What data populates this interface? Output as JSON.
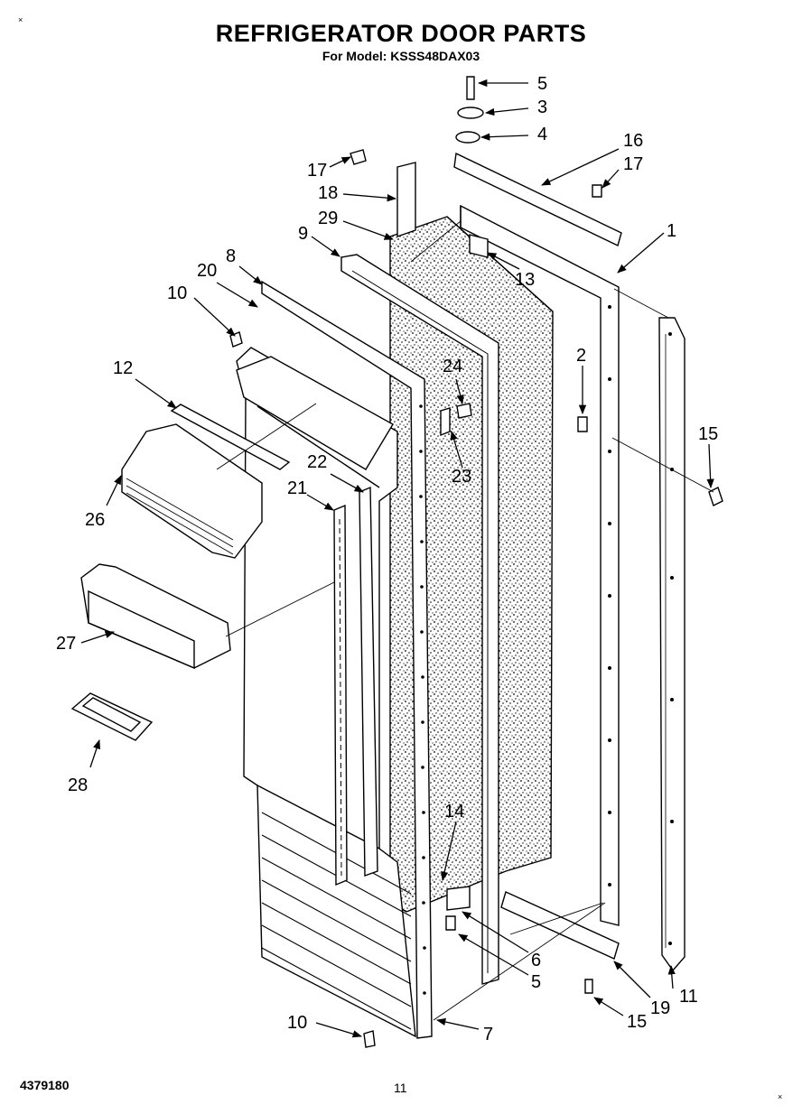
{
  "header": {
    "title": "REFRIGERATOR DOOR PARTS",
    "subtitle": "For Model: KSSS48DAX03"
  },
  "labels": {
    "p1": "1",
    "p2": "2",
    "p3": "3",
    "p4": "4",
    "p5a": "5",
    "p5b": "5",
    "p6": "6",
    "p7": "7",
    "p8": "8",
    "p9": "9",
    "p10a": "10",
    "p10b": "10",
    "p11": "11",
    "p12": "12",
    "p13": "13",
    "p14": "14",
    "p15a": "15",
    "p15b": "15",
    "p16": "16",
    "p17a": "17",
    "p17b": "17",
    "p18": "18",
    "p19": "19",
    "p20": "20",
    "p21": "21",
    "p22": "22",
    "p23": "23",
    "p24": "24",
    "p26": "26",
    "p27": "27",
    "p28": "28",
    "p29": "29"
  },
  "footer": {
    "doc_code": "4379180",
    "page_number": "11"
  },
  "corner_marks": {
    "tl": "×",
    "br": "×"
  }
}
